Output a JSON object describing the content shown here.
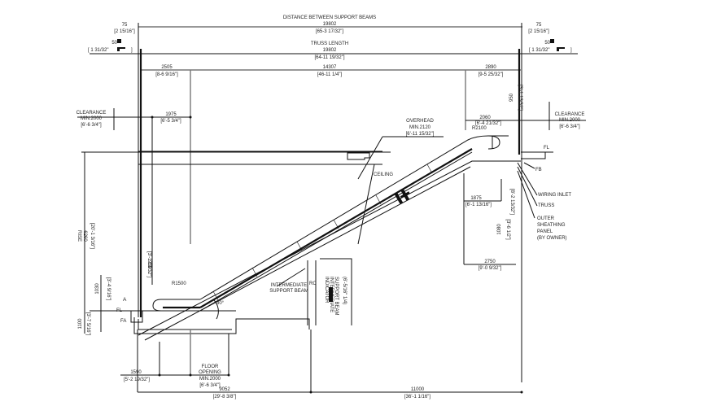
{
  "drawing": {
    "title": "Escalator section elevation",
    "colors": {
      "line": "#111111",
      "dim_line": "#777777",
      "background": "#ffffff"
    }
  },
  "top_dims": {
    "left_support": {
      "value": "75",
      "imperial": "[2 15/16\"]"
    },
    "right_support": {
      "value": "75",
      "imperial": "[2 15/16\"]"
    },
    "left_beam": {
      "value": "50",
      "imperial": "[ 1 31/32\""
    },
    "right_beam": {
      "value": "50",
      "imperial": "[ 1 31/32\""
    },
    "support_distance": {
      "label": "DISTANCE BETWEEN SUPPORT BEAMS",
      "value": "19802",
      "imperial": "[65-3 17/32\"]"
    },
    "truss_length": {
      "label": "TRUSS LENGTH",
      "value": "19802",
      "imperial": "[64-11 19/32\"]"
    },
    "upper_left": {
      "value": "2505",
      "imperial": "[8-6 9/16\"]"
    },
    "middle": {
      "value": "14307",
      "imperial": "[46-11 1/4\"]"
    },
    "upper_right": {
      "value": "2890",
      "imperial": "[9-5 25/32\"]"
    }
  },
  "left_annotations": {
    "clearance": {
      "label": "CLEARANCE",
      "min": "MIN.2000",
      "imperial": "[6'-6 3/4\"]"
    },
    "dim_1975": {
      "value": "1975",
      "imperial": "[6'-5 3/4\"]"
    },
    "rise": {
      "label": "RISE",
      "value": "6260",
      "imperial": "[20'-1 3/16\"]"
    },
    "dim_950": {
      "value": "950",
      "imperial": "[3'-1 13/32\"]"
    },
    "dim_1030": {
      "value": "1030",
      "imperial": "[3'-4 9/16\"]"
    },
    "dim_1100": {
      "value": "1100",
      "imperial": "[3'-7 5/16\"]"
    },
    "radius": "R1500",
    "label_a": "A",
    "label_fl": "FL",
    "label_fa": "FA"
  },
  "right_annotations": {
    "clearance": {
      "label": "CLEARANCE",
      "min": "MIN.2000",
      "imperial": "[6'-6 3/4\"]"
    },
    "dim_2060": {
      "value": "2060",
      "imperial": "[6'-4 21/32\"]"
    },
    "radius": "R2100",
    "dim_950": {
      "value": "950",
      "imperial": "[3'-1 13/32\"]"
    },
    "label_fl": "FL",
    "label_fb": "FB",
    "wiring_inlet": "WIRING INLET",
    "truss": "TRUSS",
    "outer_sheathing": [
      "OUTER",
      "SHEATHING",
      "PANEL",
      "(BY OWNER)"
    ],
    "dim_1875": {
      "value": "1875",
      "imperial": "[6'-1 13/16\"]"
    },
    "dim_2500": {
      "value": "2500",
      "imperial": "[8'-2 13/32\"]"
    },
    "dim_1080": {
      "value": "1080",
      "imperial": "[3'-6 1/2\"]"
    },
    "dim_2750": {
      "value": "2750",
      "imperial": "[9'-0 9/32\"]"
    }
  },
  "center_annotations": {
    "overhead": {
      "label": "OVERHEAD",
      "min": "MIN.2120",
      "imperial": "[6'-11 15/32\"]"
    },
    "ceiling": "CEILING",
    "angle": "30°",
    "intermediate_support": [
      "INTERMEDIATE",
      "SUPPORT BEAM"
    ],
    "label_rc": "RC",
    "intermediate_note": [
      "INDICATOR",
      "INTERMEDIATE",
      "SUPPORT BEAM",
      "(6'-5/16\" 1/4)"
    ]
  },
  "bottom_dims": {
    "dim_1590": {
      "value": "1590",
      "imperial": "[5'-2 19/32\"]"
    },
    "floor_opening": {
      "label1": "FLOOR",
      "label2": "OPENING",
      "min": "MIN.2000",
      "imperial": "[6'-6 3/4\"]"
    },
    "dim_9052": {
      "value": "9052",
      "imperial": "[29'-8 3/8\"]"
    },
    "dim_11000": {
      "value": "11000",
      "imperial": "[36'-1 1/16\"]"
    }
  }
}
